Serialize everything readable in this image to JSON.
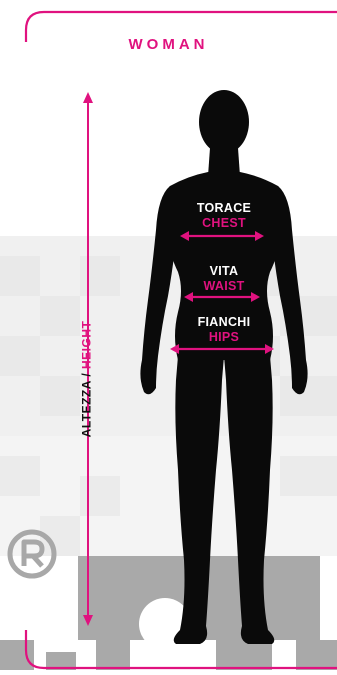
{
  "title": "WOMAN",
  "height_label": {
    "it": "ALTEZZA",
    "sep": " / ",
    "en": "HEIGHT"
  },
  "measurements": {
    "chest": {
      "it": "TORACE",
      "en": "CHEST"
    },
    "waist": {
      "it": "VITA",
      "en": "WAIST"
    },
    "hips": {
      "it": "FIANCHI",
      "en": "HIPS"
    }
  },
  "colors": {
    "accent": "#e0127f",
    "silhouette": "#0a0a0a",
    "grid": "#ececec",
    "watermark": "#a8a8a8"
  },
  "icons": {
    "registered": "registered-icon"
  }
}
